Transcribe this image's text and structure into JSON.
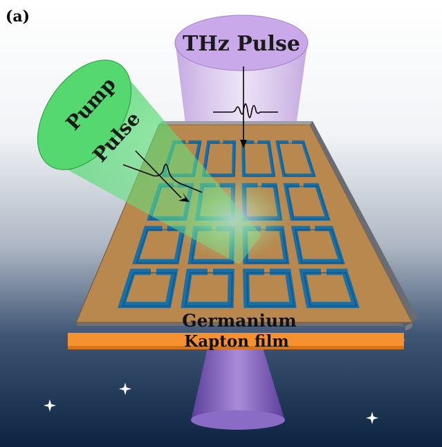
{
  "panel_label": "(a)",
  "labels": {
    "thz_pulse": "THz Pulse",
    "pump_pulse_line1": "Pump",
    "pump_pulse_line2": "Pulse",
    "germanium": "Germanium",
    "kapton": "Kapton film"
  },
  "resonator_array": {
    "rows": 4,
    "columns": 4
  },
  "colors": {
    "background_top": "#ffffff",
    "background_bottom": "#0b2340",
    "germanium_layer": "#b8884e",
    "kapton_film": "#f5922f",
    "resonator": "#1a6fa6",
    "thz_beam": "#c8a8e8",
    "pump_beam": "#5fe07a",
    "star": "#ffffff"
  },
  "icons": [
    "star-icon",
    "star-icon",
    "star-icon"
  ]
}
